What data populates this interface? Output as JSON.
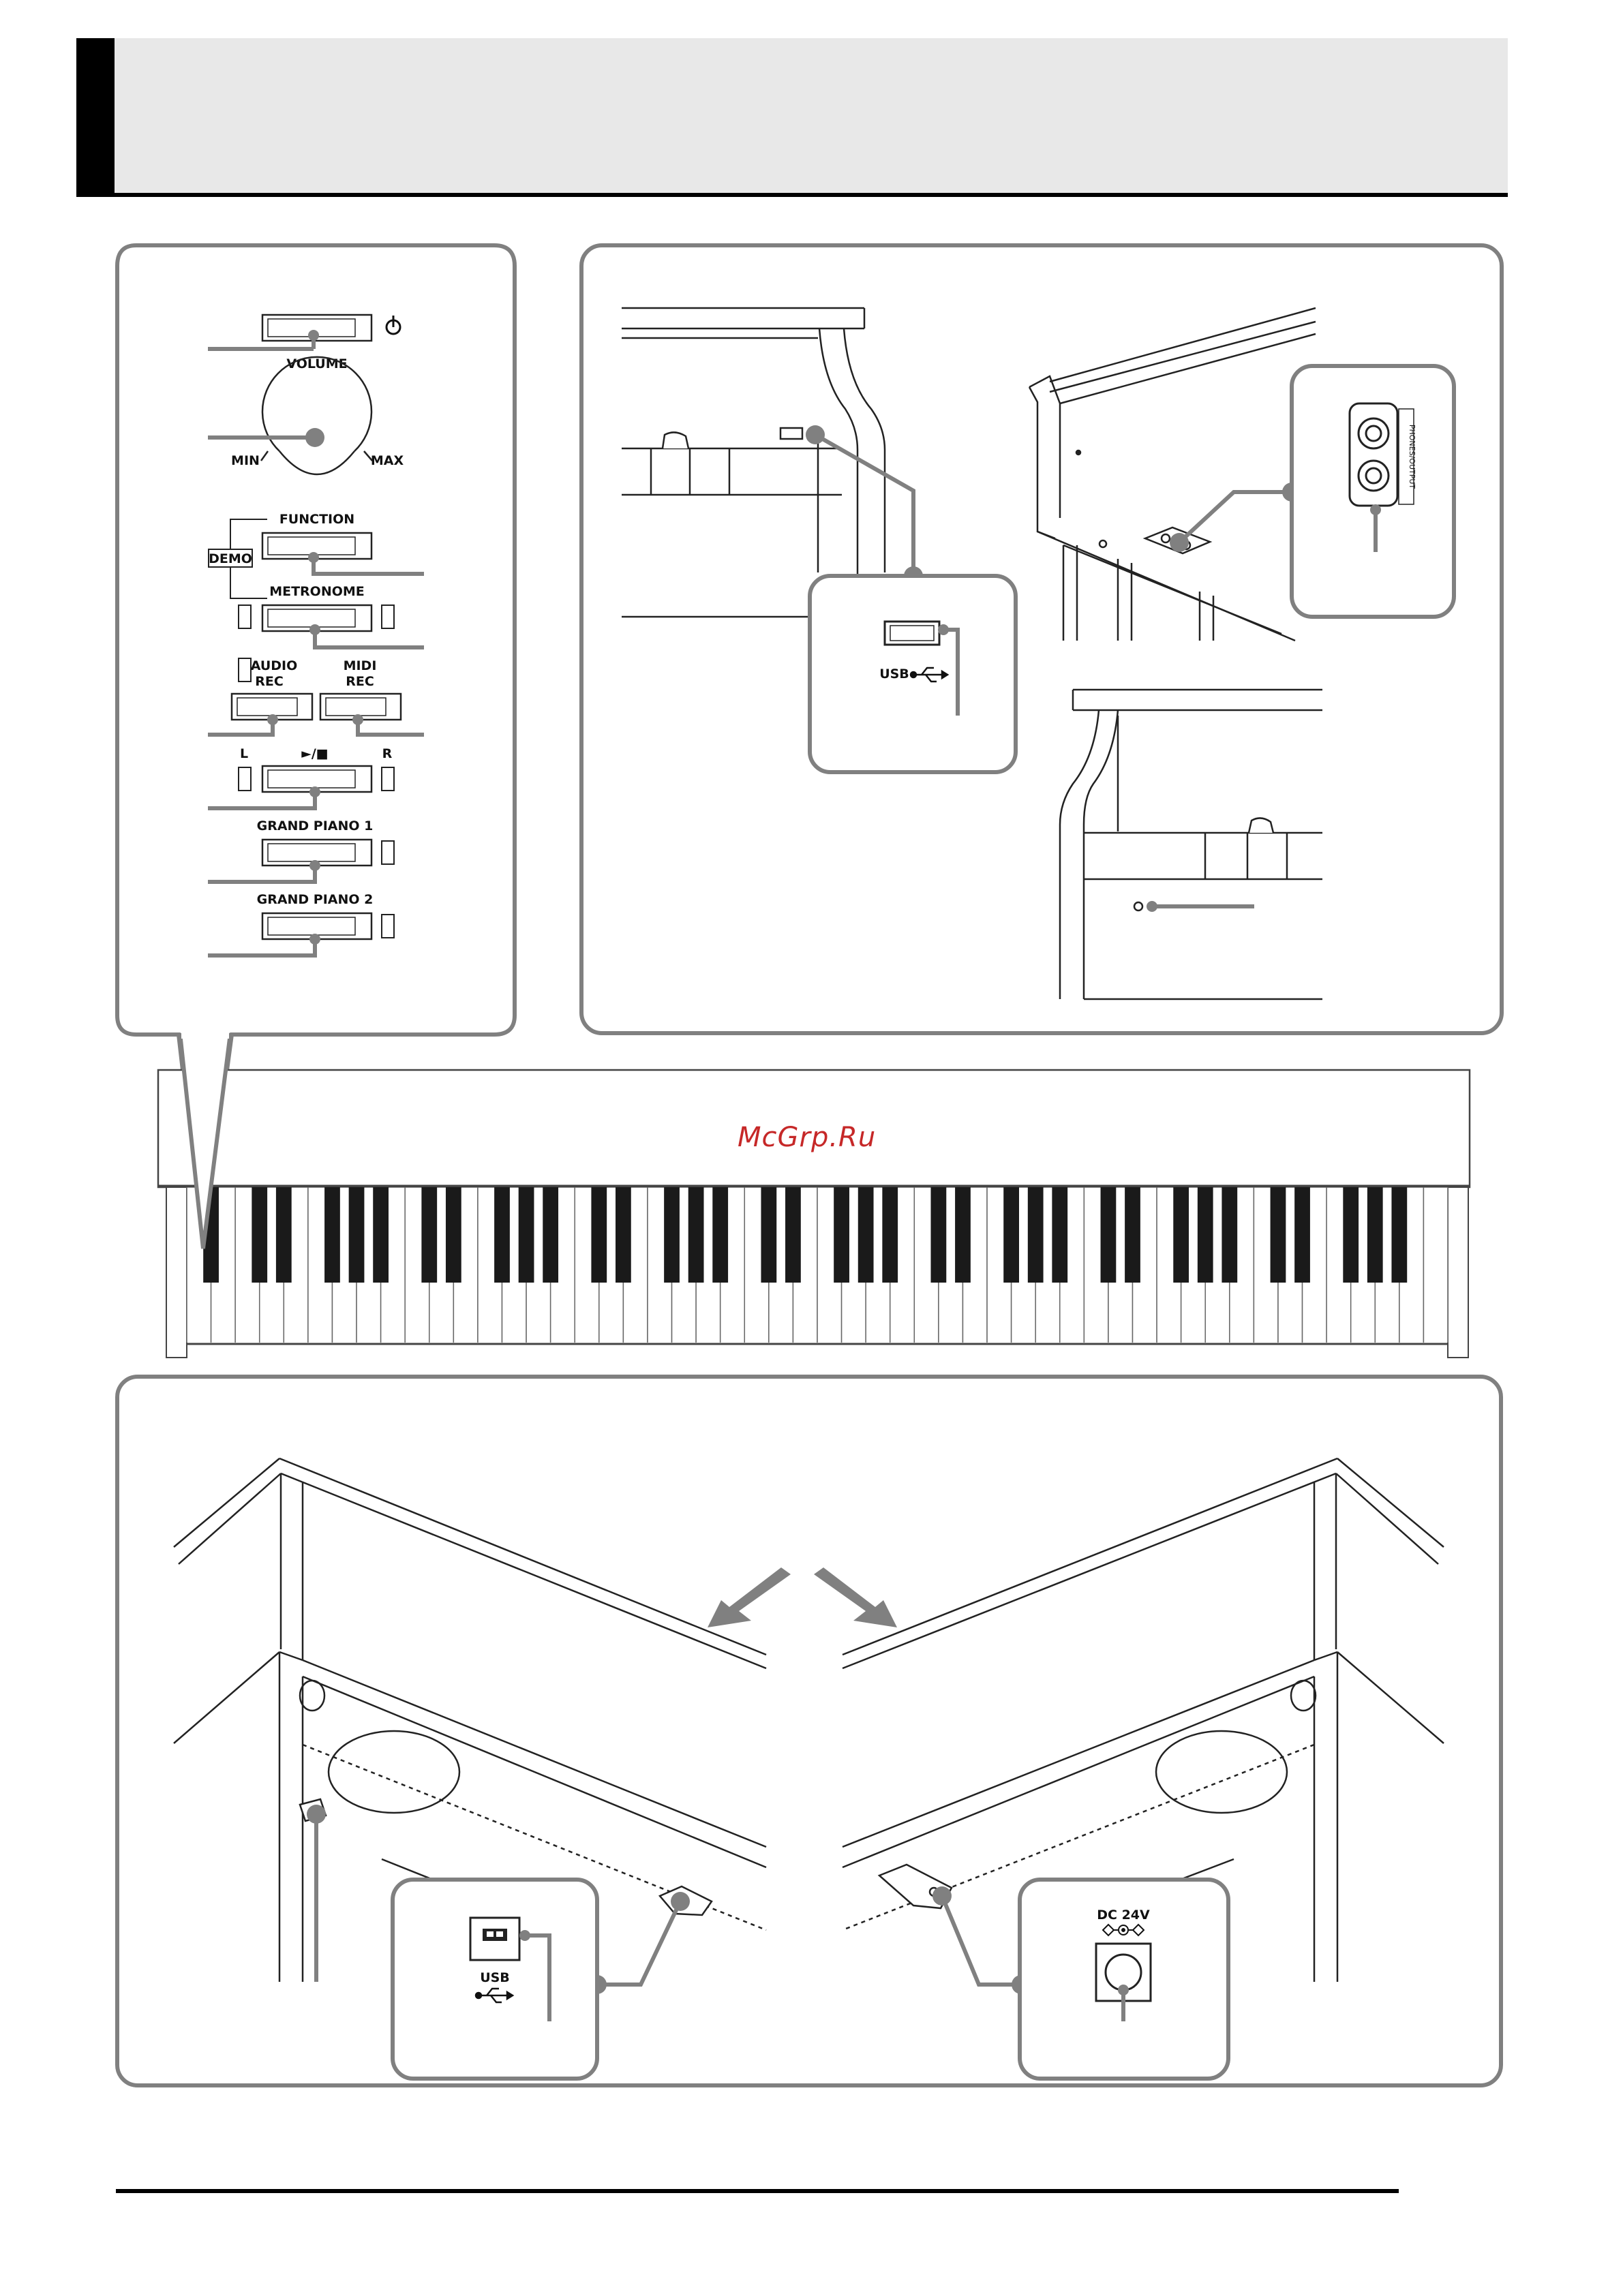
{
  "panel_controls": {
    "volume": "VOLUME",
    "min": "MIN",
    "max": "MAX",
    "function": "FUNCTION",
    "demo": "DEMO",
    "metronome": "METRONOME",
    "audio_rec_line1": "AUDIO",
    "audio_rec_line2": "REC",
    "midi_rec_line1": "MIDI",
    "midi_rec_line2": "REC",
    "left": "L",
    "right": "R",
    "play_stop": "►/■",
    "grand_piano_1": "GRAND PIANO 1",
    "grand_piano_2": "GRAND PIANO 2"
  },
  "top_right": {
    "usb_label": "USB",
    "phones_label": "PHONES/OUTPUT"
  },
  "bottom": {
    "usb_label": "USB",
    "dc_label": "DC 24V"
  },
  "watermark": "McGrp.Ru",
  "icons": [
    "power-icon",
    "usb-icon",
    "headphone-jack-icon",
    "dc-jack-icon",
    "arrow-icon"
  ]
}
